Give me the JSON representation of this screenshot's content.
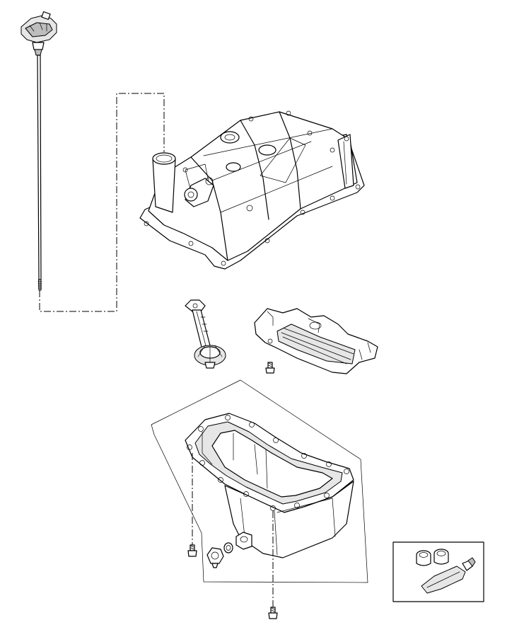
{
  "diagram": {
    "parts": [
      {
        "id": "oil-dipstick"
      },
      {
        "id": "cylinder-head-cover"
      },
      {
        "id": "oil-pump-pickup-tube"
      },
      {
        "id": "oil-pan-baffle"
      },
      {
        "id": "oil-pan"
      },
      {
        "id": "oil-pan-drain-plug"
      },
      {
        "id": "bolt-pickup"
      },
      {
        "id": "bolt-pan-left"
      },
      {
        "id": "bolt-pan-bottom"
      },
      {
        "id": "sealant-kit"
      }
    ],
    "colors": {
      "line": "#000000",
      "background": "#ffffff",
      "shade": "#e6e6e6"
    }
  }
}
